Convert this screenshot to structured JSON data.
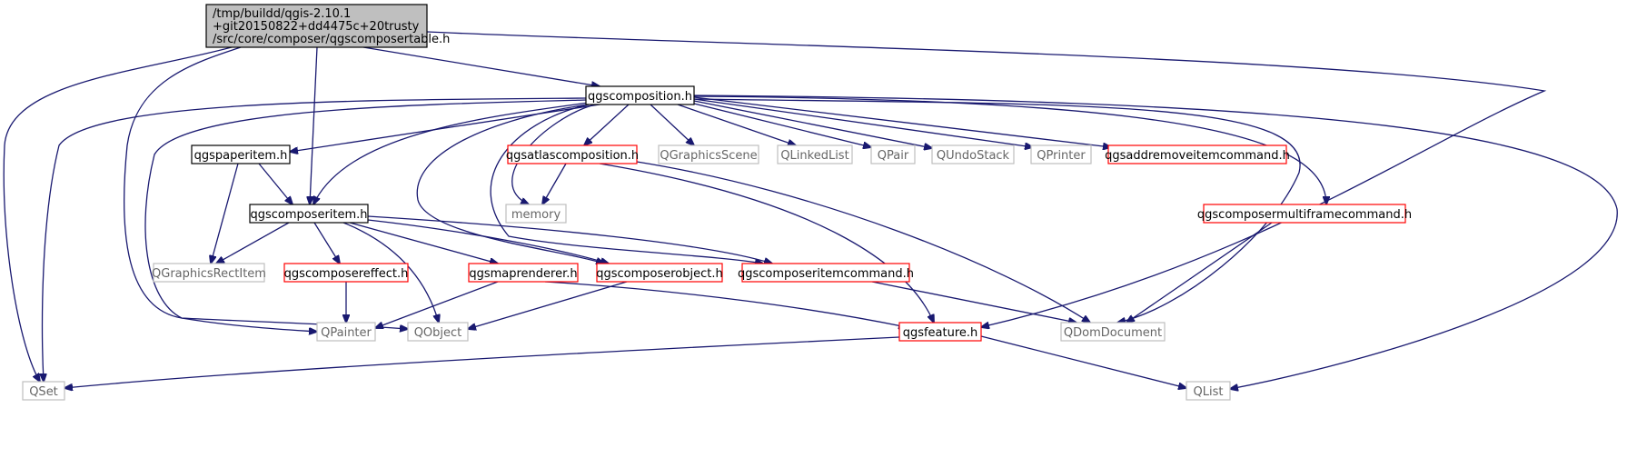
{
  "colors": {
    "edge": "#191970",
    "root_fill": "#bfbfbf",
    "documented_border": "#000000",
    "red_border": "#ff0000",
    "system_border": "#bfbfbf",
    "system_text": "#666666",
    "text": "#000000"
  },
  "nodes": [
    {
      "id": "root",
      "style": "root",
      "lines": [
        "/tmp/buildd/qgis-2.10.1",
        "+git20150822+dd4475c+20trusty",
        "/src/core/composer/qgscomposertable.h"
      ]
    },
    {
      "id": "qgscomposition",
      "style": "documented",
      "lines": [
        "qgscomposition.h"
      ]
    },
    {
      "id": "qgspaperitem",
      "style": "documented",
      "lines": [
        "qgspaperitem.h"
      ]
    },
    {
      "id": "qgscomposeritem",
      "style": "documented",
      "lines": [
        "qgscomposeritem.h"
      ]
    },
    {
      "id": "qgsatlascomposition",
      "style": "red",
      "lines": [
        "qgsatlascomposition.h"
      ]
    },
    {
      "id": "qgraphicsscene",
      "style": "system",
      "lines": [
        "QGraphicsScene"
      ]
    },
    {
      "id": "qlinkedlist",
      "style": "system",
      "lines": [
        "QLinkedList"
      ]
    },
    {
      "id": "qpair",
      "style": "system",
      "lines": [
        "QPair"
      ]
    },
    {
      "id": "qundostack",
      "style": "system",
      "lines": [
        "QUndoStack"
      ]
    },
    {
      "id": "qprinter",
      "style": "system",
      "lines": [
        "QPrinter"
      ]
    },
    {
      "id": "qgsaddremoveitemcommand",
      "style": "red",
      "lines": [
        "qgsaddremoveitemcommand.h"
      ]
    },
    {
      "id": "memory",
      "style": "system",
      "lines": [
        "memory"
      ]
    },
    {
      "id": "qgscomposermultiframecommand",
      "style": "red",
      "lines": [
        "qgscomposermultiframecommand.h"
      ]
    },
    {
      "id": "qgraphicsrectitem",
      "style": "system",
      "lines": [
        "QGraphicsRectItem"
      ]
    },
    {
      "id": "qgscomposereffect",
      "style": "red",
      "lines": [
        "qgscomposereffect.h"
      ]
    },
    {
      "id": "qgsmaprenderer",
      "style": "red",
      "lines": [
        "qgsmaprenderer.h"
      ]
    },
    {
      "id": "qgscomposerobject",
      "style": "red",
      "lines": [
        "qgscomposerobject.h"
      ]
    },
    {
      "id": "qgscomposeritemcommand",
      "style": "red",
      "lines": [
        "qgscomposeritemcommand.h"
      ]
    },
    {
      "id": "qpainter",
      "style": "system",
      "lines": [
        "QPainter"
      ]
    },
    {
      "id": "qobject",
      "style": "system",
      "lines": [
        "QObject"
      ]
    },
    {
      "id": "qgsfeature",
      "style": "red",
      "lines": [
        "qgsfeature.h"
      ]
    },
    {
      "id": "qdomdocument",
      "style": "system",
      "lines": [
        "QDomDocument"
      ]
    },
    {
      "id": "qset",
      "style": "system",
      "lines": [
        "QSet"
      ]
    },
    {
      "id": "qlist",
      "style": "system",
      "lines": [
        "QList"
      ]
    }
  ],
  "edges": [
    {
      "from": "root",
      "to": "qgscomposition"
    },
    {
      "from": "root",
      "to": "qgscomposeritem"
    },
    {
      "from": "root",
      "to": "qset"
    },
    {
      "from": "root",
      "to": "qobject"
    },
    {
      "from": "root",
      "to": "qgsfeature"
    },
    {
      "from": "qgscomposition",
      "to": "qgspaperitem"
    },
    {
      "from": "qgscomposition",
      "to": "qgscomposeritem"
    },
    {
      "from": "qgscomposition",
      "to": "qgsatlascomposition"
    },
    {
      "from": "qgscomposition",
      "to": "qgraphicsscene"
    },
    {
      "from": "qgscomposition",
      "to": "qlinkedlist"
    },
    {
      "from": "qgscomposition",
      "to": "qpair"
    },
    {
      "from": "qgscomposition",
      "to": "qundostack"
    },
    {
      "from": "qgscomposition",
      "to": "qprinter"
    },
    {
      "from": "qgscomposition",
      "to": "qgsaddremoveitemcommand"
    },
    {
      "from": "qgscomposition",
      "to": "memory"
    },
    {
      "from": "qgscomposition",
      "to": "qgscomposermultiframecommand"
    },
    {
      "from": "qgscomposition",
      "to": "qgscomposerobject"
    },
    {
      "from": "qgscomposition",
      "to": "qgscomposeritemcommand"
    },
    {
      "from": "qgscomposition",
      "to": "qpainter"
    },
    {
      "from": "qgscomposition",
      "to": "qset"
    },
    {
      "from": "qgscomposition",
      "to": "qdomdocument"
    },
    {
      "from": "qgscomposition",
      "to": "qlist"
    },
    {
      "from": "qgspaperitem",
      "to": "qgscomposeritem"
    },
    {
      "from": "qgspaperitem",
      "to": "qgraphicsrectitem"
    },
    {
      "from": "qgsatlascomposition",
      "to": "memory"
    },
    {
      "from": "qgsatlascomposition",
      "to": "qgsfeature"
    },
    {
      "from": "qgsatlascomposition",
      "to": "qdomdocument"
    },
    {
      "from": "qgscomposermultiframecommand",
      "to": "qdomdocument"
    },
    {
      "from": "qgscomposeritem",
      "to": "qgraphicsrectitem"
    },
    {
      "from": "qgscomposeritem",
      "to": "qgscomposereffect"
    },
    {
      "from": "qgscomposeritem",
      "to": "qgsmaprenderer"
    },
    {
      "from": "qgscomposeritem",
      "to": "qgscomposerobject"
    },
    {
      "from": "qgscomposeritem",
      "to": "qgscomposeritemcommand"
    },
    {
      "from": "qgscomposeritem",
      "to": "qobject"
    },
    {
      "from": "qgscomposereffect",
      "to": "qpainter"
    },
    {
      "from": "qgsmaprenderer",
      "to": "qpainter"
    },
    {
      "from": "qgsmaprenderer",
      "to": "qgsfeature"
    },
    {
      "from": "qgscomposerobject",
      "to": "qobject"
    },
    {
      "from": "qgscomposeritemcommand",
      "to": "qdomdocument"
    },
    {
      "from": "qgsfeature",
      "to": "qset"
    },
    {
      "from": "qgsfeature",
      "to": "qlist"
    }
  ]
}
